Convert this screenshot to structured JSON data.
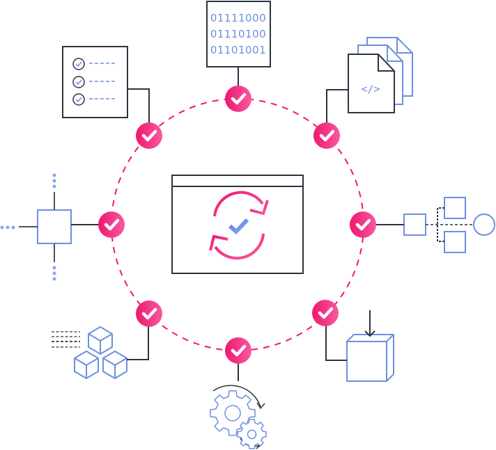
{
  "diagram": {
    "title": "Continuous validation cycle",
    "colors": {
      "accent_pink": "#f0176f",
      "accent_pink_light": "#f75aa0",
      "accent_blue": "#6b8fe0",
      "outline_dark": "#2b3340"
    },
    "center": {
      "icon": "sync-check-icon",
      "description": "Application window with circular refresh arrows and check mark"
    },
    "binary_document": {
      "icon": "binary-document-icon",
      "lines": [
        "01111000",
        "01110100",
        "01101001"
      ]
    },
    "code_files": {
      "icon": "code-files-icon",
      "symbol": "</>"
    },
    "checklist": {
      "icon": "checklist-icon",
      "items": 3
    },
    "nodes": [
      {
        "name": "checklist",
        "status": "check"
      },
      {
        "name": "binary-document",
        "status": "check"
      },
      {
        "name": "code-files",
        "status": "check"
      },
      {
        "name": "network-node",
        "status": "check"
      },
      {
        "name": "flow-branch",
        "status": "check"
      },
      {
        "name": "container-box",
        "status": "check"
      },
      {
        "name": "gears",
        "status": "check"
      },
      {
        "name": "cube-stack",
        "status": "check"
      }
    ]
  }
}
